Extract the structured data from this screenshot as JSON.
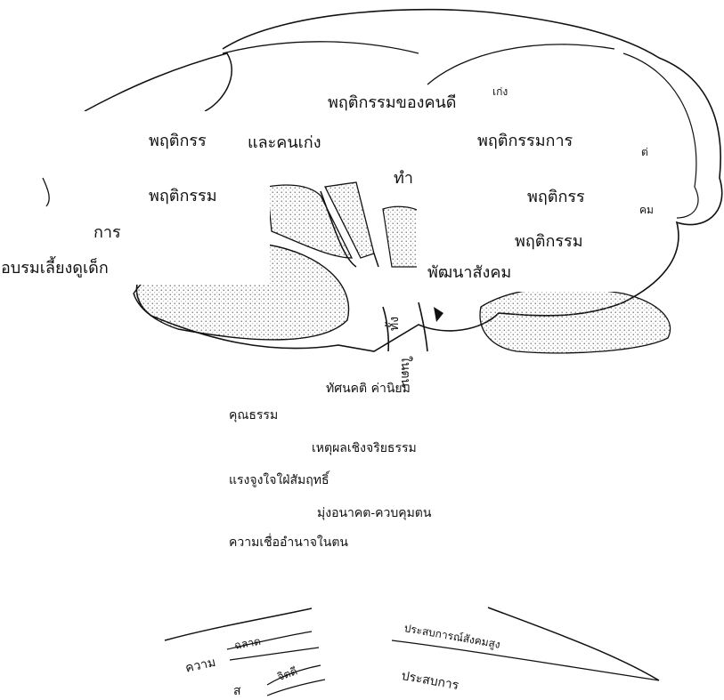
{
  "tree": {
    "crown_top": "พฤติกรรมของคนดี",
    "left_1": "พฤติกรร",
    "left_1b": "และคนเก่ง",
    "left_2": "พฤติกรรม",
    "left_3": "การ",
    "left_4": "อบรมเลี้ยงดูเด็ก",
    "right_1": "พฤติกรรมการ",
    "right_tham": "ทำ",
    "right_2": "พฤติกรร",
    "right_3": "พฤติกรรม",
    "right_4": "พัฒนาสังคม",
    "scrap_keng": "เก่ง",
    "scrap_tr": "ต่",
    "scrap_khom": "คม",
    "trunk_a": "ทั้ง",
    "trunk_b": "ในตน"
  },
  "roots_text": {
    "r1": "ทัศนคติ ค่านิยม",
    "r2": "คุณธรรม",
    "r3": "เหตุผลเชิงจริยธรรม",
    "r4": "แรงจูงใจใฝ่สัมฤทธิ์",
    "r5": "มุ่งอนาคต-ควบคุมตน",
    "r6": "ความเชื่ออำนาจในตน"
  },
  "bottom": {
    "left_strip_1": "ฉลาด",
    "left_word": "ความ",
    "left_strip_2": "จิตดี",
    "left_small": "ส",
    "right_strip": "ประสบการณ์สังคมสูง",
    "right_word": "ประสบการ"
  }
}
